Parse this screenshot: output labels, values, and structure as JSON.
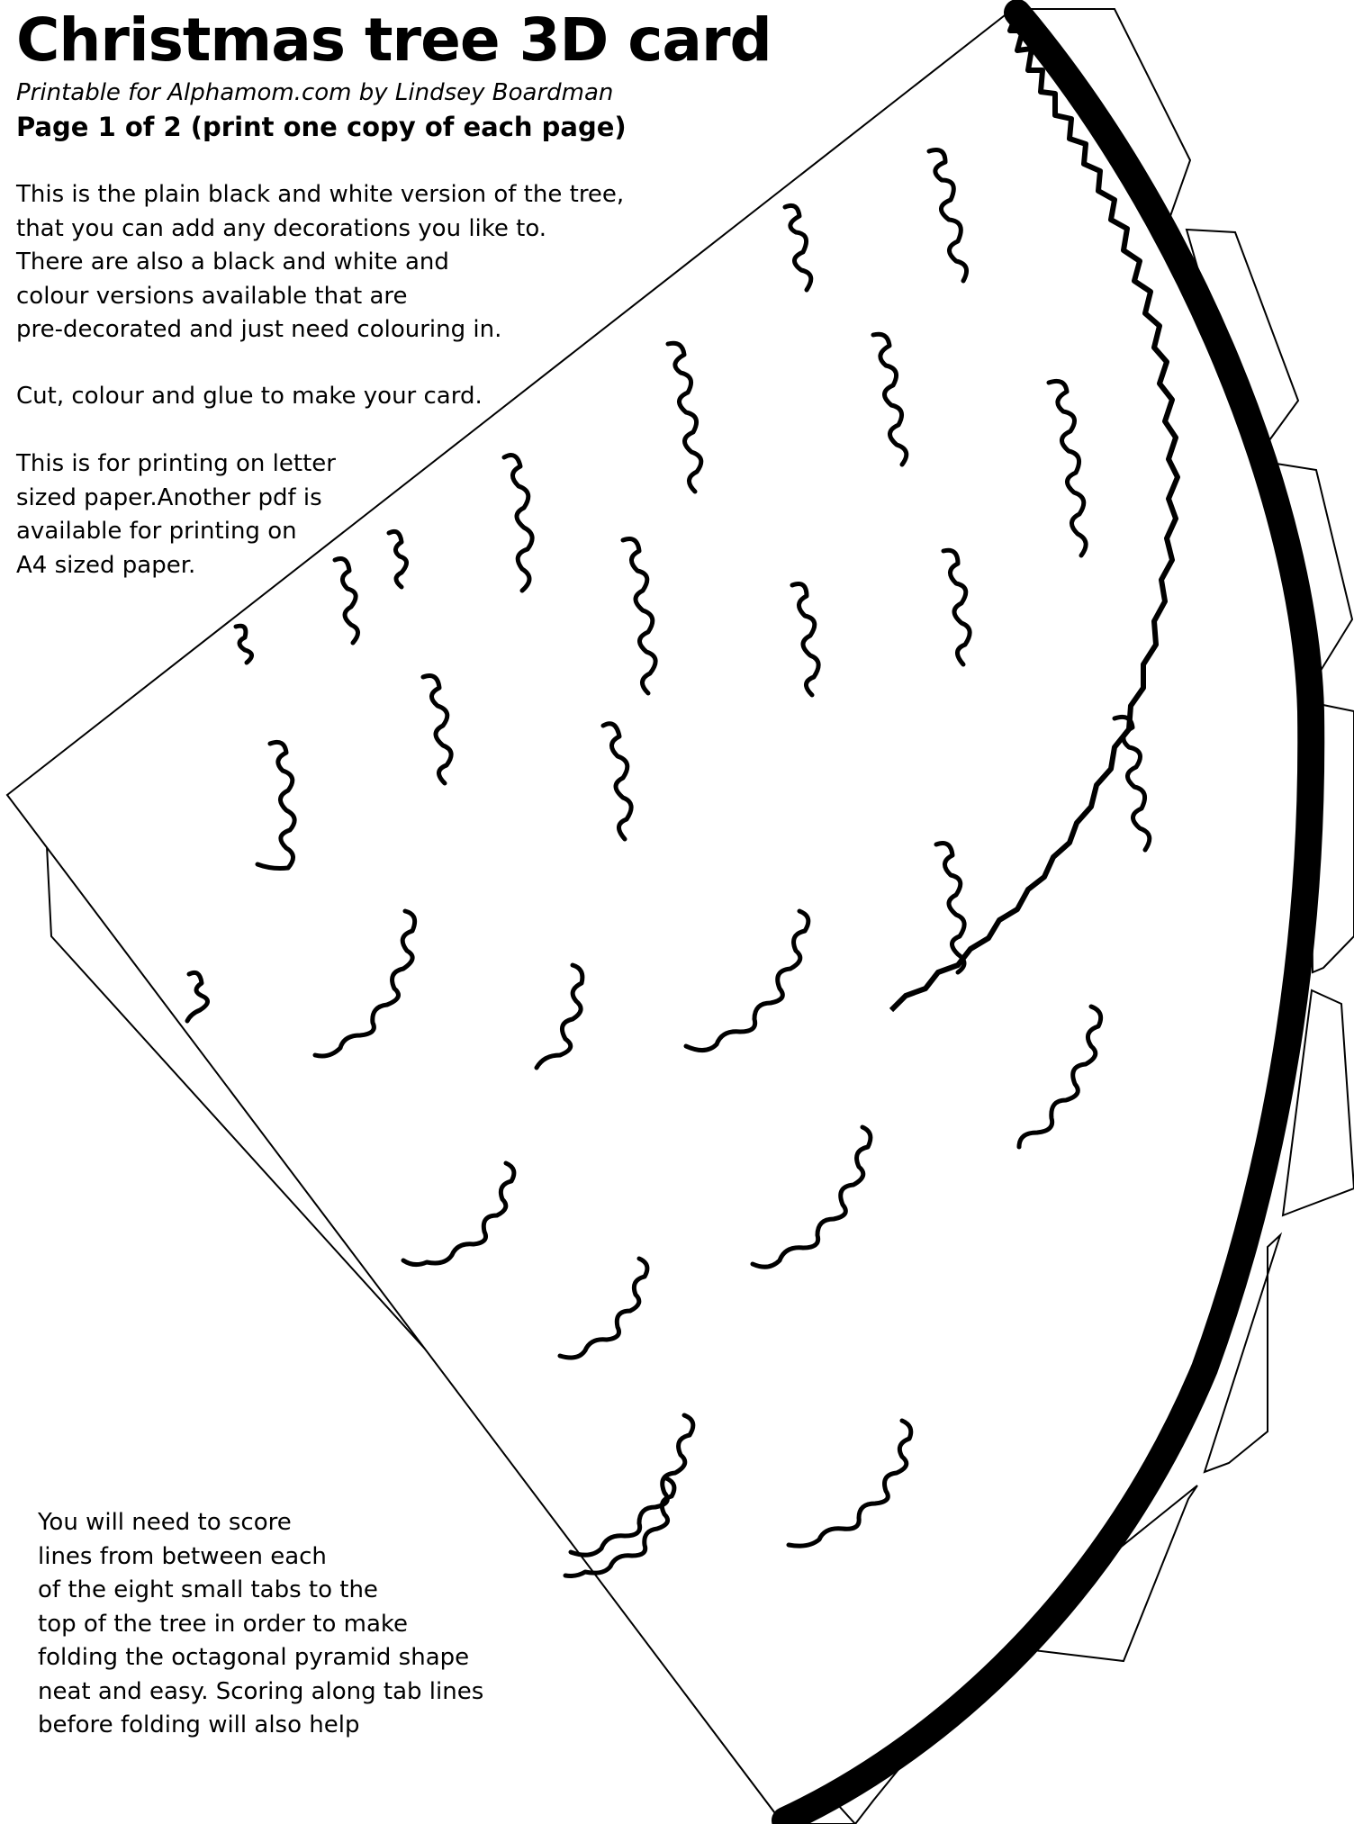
{
  "header": {
    "title": "Christmas tree 3D card",
    "subtitle": "Printable for Alphamom.com by Lindsey Boardman",
    "page_info": "Page 1 of 2 (print one copy of each page)"
  },
  "intro_lines": [
    "This is the plain black and white version of the tree,",
    "that you can add any decorations you like to.",
    "There are also a black and white and",
    "colour versions available that are",
    "pre-decorated and just need colouring in."
  ],
  "cut_line": "Cut, colour and glue to make your card.",
  "paper_lines": [
    "This is for printing on letter",
    "sized paper.Another pdf is",
    "available for printing on",
    "A4 sized paper."
  ],
  "scoring_lines": [
    "You will need to score",
    "lines from between each",
    "of the eight small tabs to the",
    "top of the tree in order to make",
    "folding the octagonal pyramid shape",
    "neat and easy. Scoring along tab lines",
    "before folding will also help"
  ],
  "colors": {
    "ink": "#000000",
    "paper": "#ffffff"
  }
}
